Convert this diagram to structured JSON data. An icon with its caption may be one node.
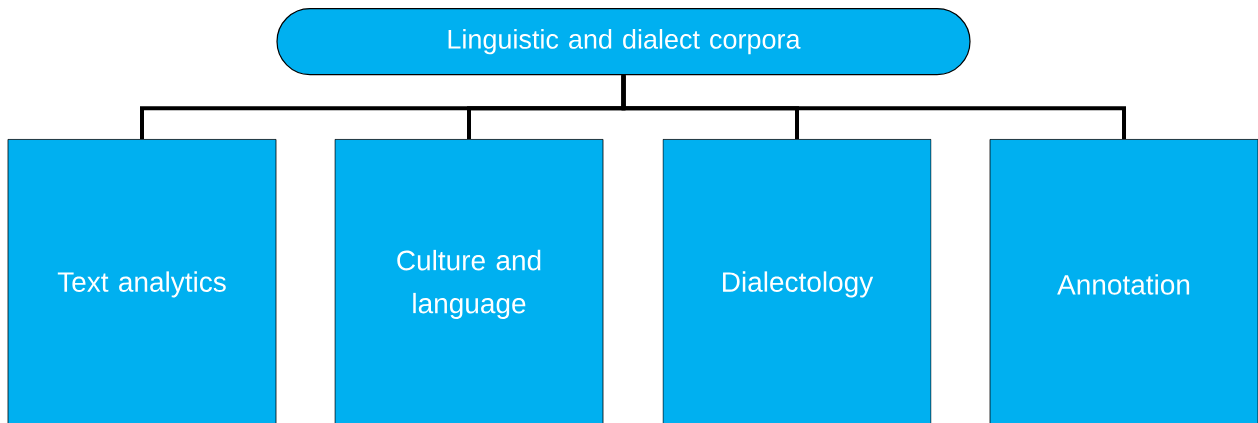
{
  "diagram": {
    "nodes": [
      {
        "text": [
          "Linguistic and dialect corpora"
        ]
      },
      {
        "text": [
          "Text analytics"
        ]
      },
      {
        "text": [
          "Culture and language"
        ]
      },
      {
        "text": [
          "Dialectology"
        ]
      },
      {
        "text": [
          "Annotation"
        ]
      }
    ],
    "edges": [
      {
        "from": 0,
        "to": 1,
        "arrow": "none"
      },
      {
        "from": 0,
        "to": 2,
        "arrow": "none"
      },
      {
        "from": 0,
        "to": 3,
        "arrow": "none"
      },
      {
        "from": 0,
        "to": 4,
        "arrow": "none"
      }
    ]
  }
}
